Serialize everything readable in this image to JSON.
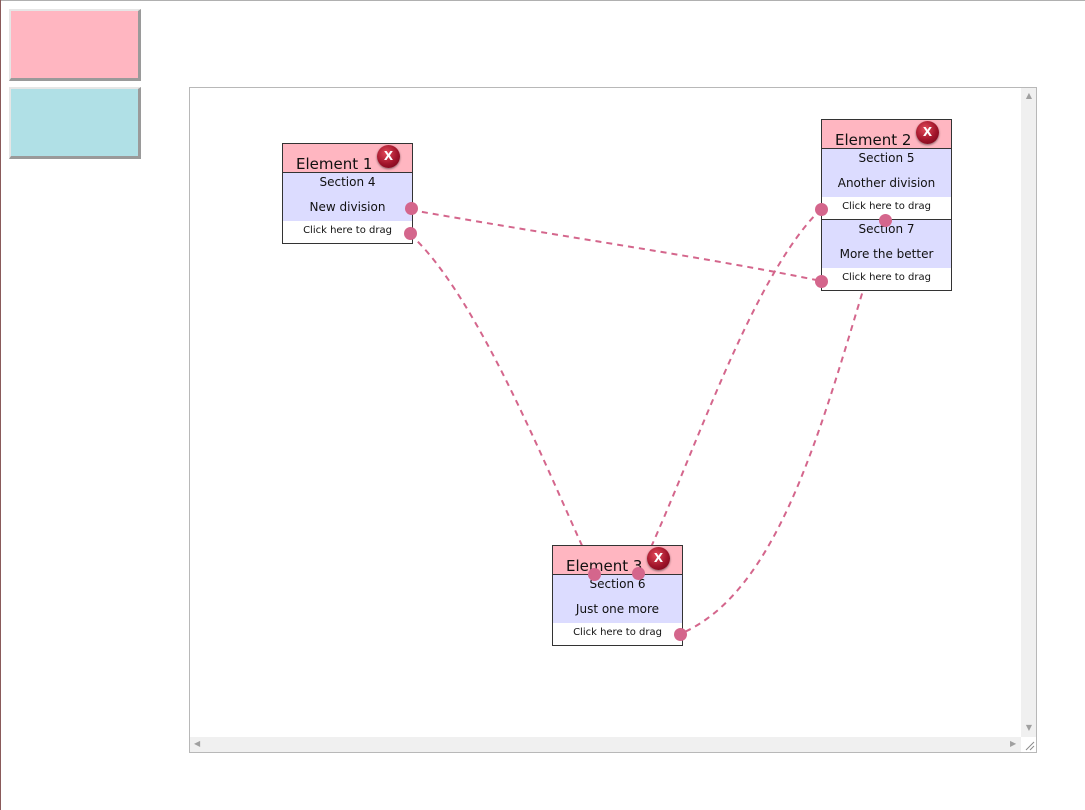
{
  "palette": {
    "pink_color": "#ffb6c1",
    "cyan_color": "#b0e0e6"
  },
  "nodes": [
    {
      "title": "Element 1",
      "close_label": "X",
      "sections": [
        {
          "title": "Section 4",
          "desc": "New division",
          "drag": "Click here to drag"
        }
      ]
    },
    {
      "title": "Element 2",
      "close_label": "X",
      "sections": [
        {
          "title": "Section 5",
          "desc": "Another division",
          "drag": "Click here to drag"
        },
        {
          "title": "Section 7",
          "desc": "More the better",
          "drag": "Click here to drag"
        }
      ]
    },
    {
      "title": "Element 3",
      "close_label": "X",
      "sections": [
        {
          "title": "Section 6",
          "desc": "Just one more",
          "drag": "Click here to drag"
        }
      ]
    }
  ],
  "colors": {
    "header": "#ffb6c1",
    "section": "#dcdcff",
    "connector": "#d4668c"
  }
}
